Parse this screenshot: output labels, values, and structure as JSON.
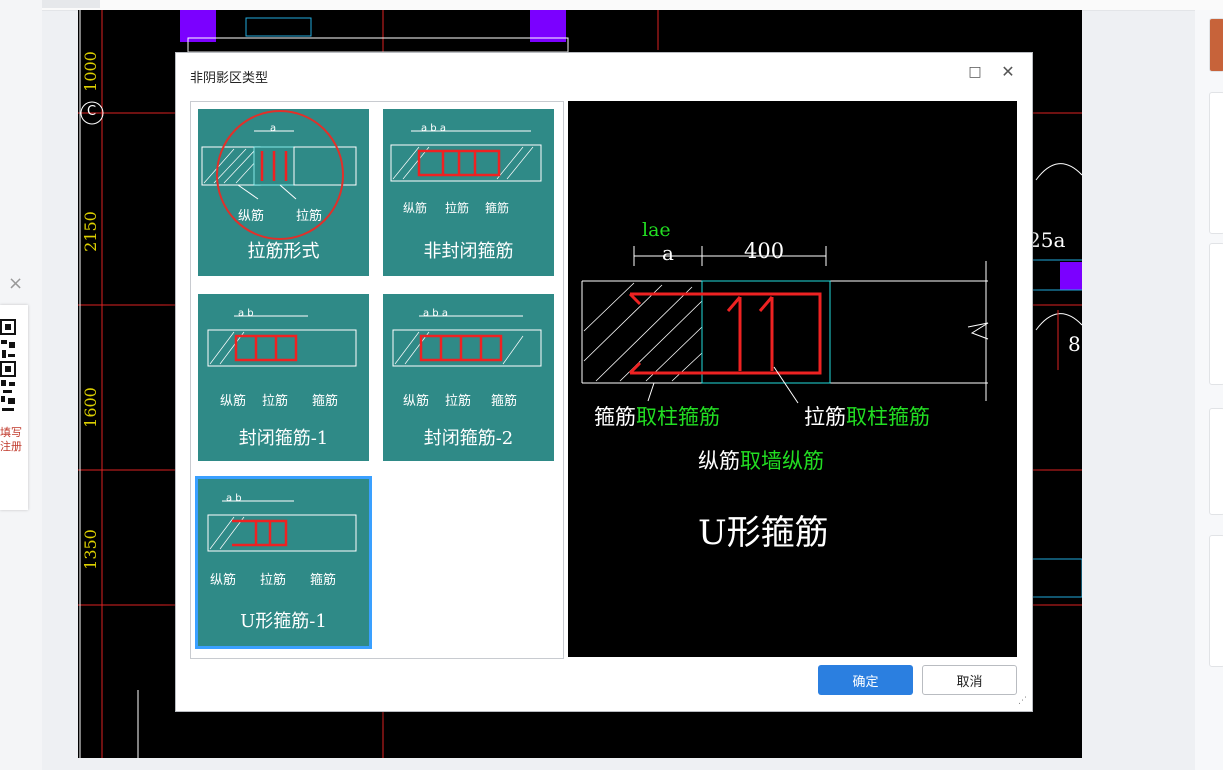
{
  "left_sidebar": {
    "close_glyph": "×",
    "promo_text": "填写\n注册"
  },
  "cad": {
    "axis_label": "C",
    "dims": [
      "1000",
      "2150",
      "1600",
      "1350"
    ],
    "right_text_1": "25a",
    "right_text_2": "8"
  },
  "dialog": {
    "title": "非阴影区类型",
    "maximize_glyph": "□",
    "close_glyph": "✕",
    "options": [
      {
        "label": "拉筋形式",
        "dim": "a",
        "captions": [
          "纵筋",
          "拉筋"
        ]
      },
      {
        "label": "非封闭箍筋",
        "dim": "a    b    a",
        "captions": [
          "纵筋",
          "拉筋",
          "箍筋"
        ]
      },
      {
        "label": "封闭箍筋-1",
        "dim": "a    b",
        "captions": [
          "纵筋",
          "拉筋",
          "箍筋"
        ]
      },
      {
        "label": "封闭箍筋-2",
        "dim": "a    b    a",
        "captions": [
          "纵筋",
          "拉筋",
          "箍筋"
        ]
      },
      {
        "label": "U形箍筋-1",
        "dim": "a    b",
        "captions": [
          "纵筋",
          "拉筋",
          "箍筋"
        ]
      }
    ],
    "selected_option": "U形箍筋-1",
    "preview": {
      "lae": "lae",
      "a": "a",
      "dim400": "400",
      "stirrup_prefix": "箍筋",
      "stirrup_suffix": "取柱箍筋",
      "tie_prefix": "拉筋",
      "tie_suffix": "取柱箍筋",
      "long_prefix": "纵筋",
      "long_suffix": "取墙纵筋",
      "title": "U形箍筋"
    },
    "ok_label": "确定",
    "cancel_label": "取消"
  },
  "colors": {
    "tile_bg": "#2f8a87",
    "selected_border": "#3aa0ff",
    "ok_button": "#2b7fe0",
    "highlight_circle": "#e0302a",
    "preview_green": "#22dd22"
  }
}
